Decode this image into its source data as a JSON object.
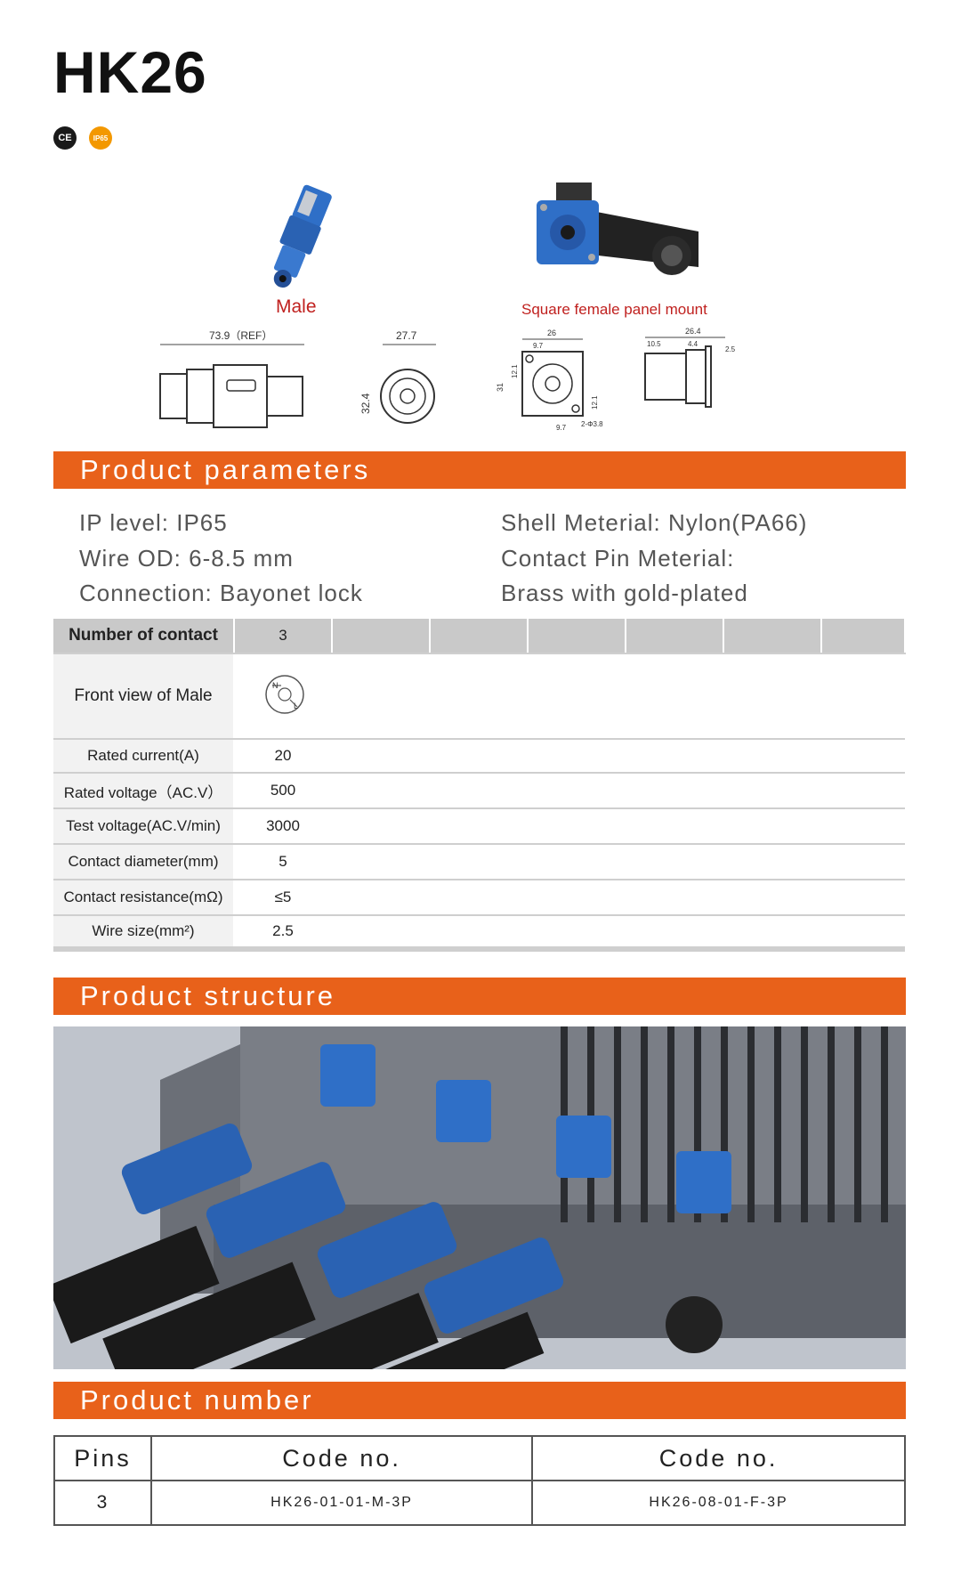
{
  "title": "HK26",
  "badges": {
    "ce": "CE",
    "ip": "IP65"
  },
  "captions": {
    "male": "Male",
    "female": "Square female panel mount"
  },
  "drawing_labels": {
    "male_length": "73.9（REF）",
    "male_width": "27.7",
    "male_height": "32.4",
    "panel_w": "26",
    "panel_inner": "9.7",
    "panel_h": "31",
    "panel_hole_v": "12.1",
    "panel_hole_v2": "12.1",
    "panel_bottom": "9.7",
    "panel_hole": "2-Φ3.8",
    "side_total": "26.4",
    "side_a": "10.5",
    "side_b": "4.4",
    "side_c": "2.5"
  },
  "sections": {
    "parameters": "Product parameters",
    "structure": "Product structure",
    "number": "Product number"
  },
  "parameters": {
    "left": [
      "IP level: IP65",
      "Wire OD: 6-8.5 mm",
      "Connection: Bayonet lock"
    ],
    "right": [
      "Shell Meterial: Nylon(PA66)",
      "Contact Pin Meterial:",
      "Brass with gold-plated"
    ]
  },
  "spec": {
    "header_label": "Number of contact",
    "header_value": "3",
    "front_view_label": "Front view of Male",
    "pin_letters": {
      "n": "N",
      "l": "L"
    },
    "rows": [
      {
        "label": "Rated current(A)",
        "value": "20"
      },
      {
        "label": "Rated voltage（AC.V）",
        "value": "500"
      },
      {
        "label": "Test voltage(AC.V/min)",
        "value": "3000"
      },
      {
        "label": "Contact diameter(mm)",
        "value": "5"
      },
      {
        "label": "Contact resistance(mΩ)",
        "value": "≤5"
      },
      {
        "label": "Wire size(mm²)",
        "value": "2.5"
      }
    ]
  },
  "product_number": {
    "headers": [
      "Pins",
      "Code no.",
      "Code no."
    ],
    "rows": [
      {
        "pins": "3",
        "male": "HK26-01-01-M-3P",
        "female": "HK26-08-01-F-3P"
      }
    ]
  },
  "colors": {
    "accent": "#e8611a",
    "connector_blue": "#2f6fc7",
    "caption_red": "#c0211f"
  }
}
